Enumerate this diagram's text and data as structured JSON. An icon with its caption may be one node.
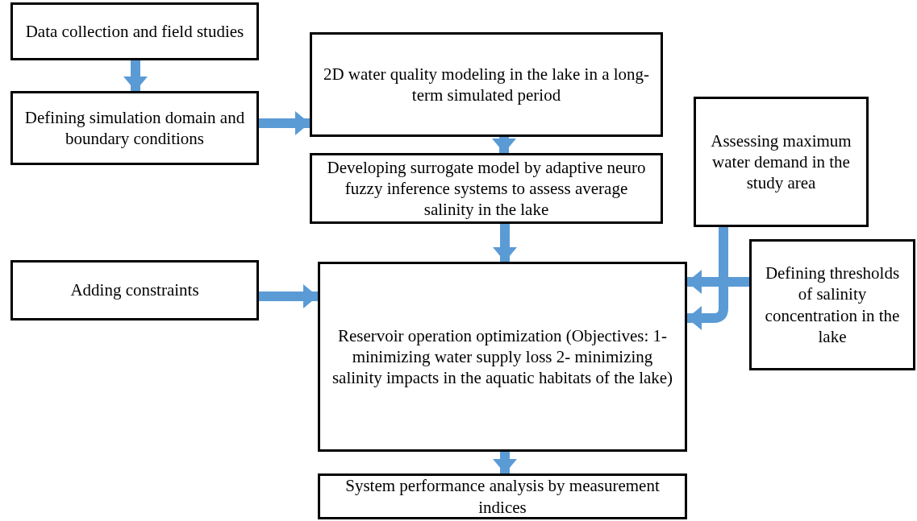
{
  "diagram": {
    "nodes": [
      {
        "text": [
          "Data collection and field studies"
        ]
      },
      {
        "text": [
          "Defining simulation domain and boundary conditions"
        ]
      },
      {
        "text": [
          "2D water quality modeling in the lake in a long-term simulated period"
        ]
      },
      {
        "text": [
          "Developing surrogate model by adaptive neuro fuzzy inference systems to assess average salinity in the lake"
        ]
      },
      {
        "text": [
          "Assessing maximum water demand in the study area"
        ]
      },
      {
        "text": [
          "Adding constraints"
        ]
      },
      {
        "text": [
          "Reservoir operation optimization (Objectives: 1- minimizing water supply loss 2- minimizing salinity impacts in the aquatic habitats of the lake)"
        ]
      },
      {
        "text": [
          "Defining thresholds of salinity concentration in the lake"
        ]
      },
      {
        "text": [
          "System performance analysis by measurement indices"
        ]
      }
    ],
    "edges": [
      {
        "from": 0,
        "to": 1,
        "arrow": "to"
      },
      {
        "from": 1,
        "to": 2,
        "arrow": "to"
      },
      {
        "from": 2,
        "to": 3,
        "arrow": "to"
      },
      {
        "from": 3,
        "to": 6,
        "arrow": "to"
      },
      {
        "from": 4,
        "to": 6,
        "arrow": "to"
      },
      {
        "from": 7,
        "to": 6,
        "arrow": "to"
      },
      {
        "from": 5,
        "to": 6,
        "arrow": "to"
      },
      {
        "from": 6,
        "to": 8,
        "arrow": "to"
      }
    ]
  }
}
